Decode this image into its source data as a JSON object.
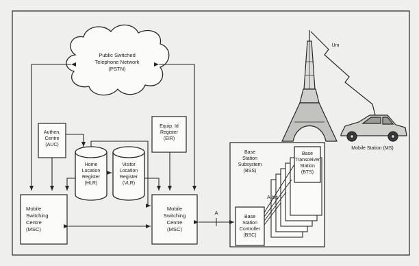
{
  "pstn": {
    "label": "Public Switched\nTelephone Network\n(PSTN)"
  },
  "auc": {
    "label": "Authen.\nCentre\n(AUC)"
  },
  "eir": {
    "label": "Equip. Id\nRegister\n(EIR)"
  },
  "hlr": {
    "label": "Home\nLocation\nRegister\n(HLR)"
  },
  "vlr": {
    "label": "Visitor\nLocation\nRegister\n(VLR)"
  },
  "msc_left": {
    "label": "Mobile\nSwitching\nCentre\n(MSC)"
  },
  "msc_right": {
    "label": "Mobile\nSwitching\nCentre\n(MSC)"
  },
  "bss": {
    "label": "Base\nStation\nSubsystem\n(BSS)"
  },
  "bts": {
    "label": "Base\nTransceiver\nStation\n(BTS)"
  },
  "bsc": {
    "label": "Base\nStation\nController\n(BSC)"
  },
  "a_bis": {
    "label": "A-bis"
  },
  "a_interface": {
    "label": "A"
  },
  "um_interface": {
    "label": "Um"
  },
  "mobile_station": {
    "label": "Mobile Station (MS)"
  },
  "icons": [
    "cloud-icon",
    "tower-icon",
    "car-icon",
    "cylinder-icon"
  ],
  "colors": {
    "line": "#262626",
    "background": "#efefed"
  }
}
